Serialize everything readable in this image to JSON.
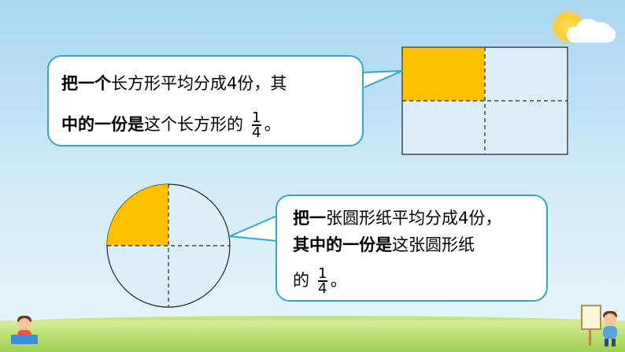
{
  "slide": {
    "bubble1": {
      "line1_bold_a": "把一个",
      "line1_normal": "长方形平均分成4份，其",
      "line2_bold": "中的一份是",
      "line2_normal": "这个长方形的",
      "fraction_num": "1",
      "fraction_den": "4",
      "end": "。"
    },
    "bubble2": {
      "line1_bold_a": "把一",
      "line1_normal": "张圆形纸平均分成4份，",
      "line2_bold": "其中的一份是",
      "line2_normal": "这张圆形纸",
      "line3_normal": "的",
      "fraction_num": "1",
      "fraction_den": "4",
      "end": "。"
    },
    "colors": {
      "fill": "#ffc000",
      "border": "#32a7c9",
      "shape_bg": "#ddf0fa",
      "dash": "#222222"
    },
    "icons": [
      "sun-icon",
      "cloud-icon",
      "reading-kid-icon",
      "painting-kid-icon"
    ]
  }
}
